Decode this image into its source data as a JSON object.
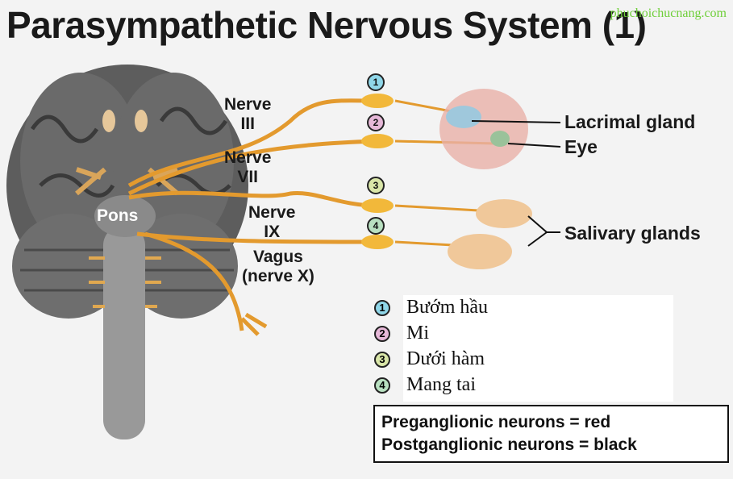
{
  "title": "Parasympathetic Nervous System (1)",
  "watermark": "phuchoichucnang.com",
  "brain_label": "Pons",
  "nerves": [
    {
      "line1": "Nerve",
      "line2": "III"
    },
    {
      "line1": "Nerve",
      "line2": "VII"
    },
    {
      "line1": "Nerve",
      "line2": "IX"
    },
    {
      "line1": "Vagus",
      "line2": "(nerve X)"
    }
  ],
  "targets": {
    "lacrimal": "Lacrimal gland",
    "eye": "Eye",
    "salivary": "Salivary glands"
  },
  "ganglion_numbers": [
    "1",
    "2",
    "3",
    "4"
  ],
  "legend": [
    {
      "num": "1",
      "text": "Bướm hầu",
      "color": "#8fd6e8"
    },
    {
      "num": "2",
      "text": "Mi",
      "color": "#e6b8d8"
    },
    {
      "num": "3",
      "text": "Dưới hàm",
      "color": "#d9e6a8"
    },
    {
      "num": "4",
      "text": "Mang tai",
      "color": "#b8e0c0"
    }
  ],
  "note": {
    "line1": "Preganglionic neurons = red",
    "line2": "Postganglionic neurons = black"
  },
  "colors": {
    "nerve": "#e39a2e",
    "ganglion": "#f2b83a"
  }
}
